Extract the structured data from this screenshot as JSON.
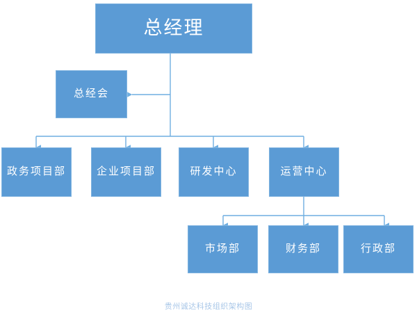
{
  "diagram": {
    "title_caption": "贵州诚达科技组织架构图",
    "palette": {
      "node_fill": "#5B9BD5",
      "node_border": "#7FB3E0",
      "node_text": "#FFFFFF",
      "connector": "#6FAEE0",
      "caption_text": "#A9C7E8",
      "background": "#FFFFFF"
    },
    "nodes": [
      {
        "id": "gm",
        "label": "总经理",
        "level": 1
      },
      {
        "id": "gmboard",
        "label": "总经会",
        "level": 2
      },
      {
        "id": "gov_proj",
        "label": "政务项目部",
        "level": 3
      },
      {
        "id": "ent_proj",
        "label": "企业项目部",
        "level": 3
      },
      {
        "id": "rnd",
        "label": "研发中心",
        "level": 3
      },
      {
        "id": "ops",
        "label": "运营中心",
        "level": 3
      },
      {
        "id": "market",
        "label": "市场部",
        "level": 4
      },
      {
        "id": "finance",
        "label": "财务部",
        "level": 4
      },
      {
        "id": "admin",
        "label": "行政部",
        "level": 4
      }
    ],
    "edges": [
      {
        "from": "gm",
        "to": "gmboard",
        "style": "elbow-left-arrow"
      },
      {
        "from": "gm",
        "to": "gov_proj",
        "style": "elbow-down-arrow"
      },
      {
        "from": "gm",
        "to": "ent_proj",
        "style": "elbow-down-arrow"
      },
      {
        "from": "gm",
        "to": "rnd",
        "style": "elbow-down-arrow"
      },
      {
        "from": "gm",
        "to": "ops",
        "style": "elbow-down-arrow"
      },
      {
        "from": "ops",
        "to": "market",
        "style": "elbow-down-arrow"
      },
      {
        "from": "ops",
        "to": "finance",
        "style": "elbow-down-arrow"
      },
      {
        "from": "ops",
        "to": "admin",
        "style": "elbow-down-arrow"
      }
    ]
  }
}
